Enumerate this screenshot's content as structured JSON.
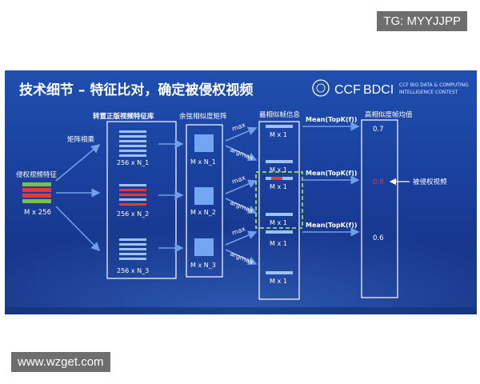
{
  "watermarks": {
    "top": "TG: MYYJJPP",
    "bottom": "www.wzget.com"
  },
  "slide": {
    "title": "技术细节 – 特征比对，确定被侵权视频",
    "logo": {
      "ccf": "CCF",
      "bdci": "BDCI",
      "line1": "CCF BIG DATA & COMPUTING",
      "line2": "INTELLIGENCE CONTEST"
    }
  },
  "diagram": {
    "query_label": "侵权视频特征",
    "query_dim": "M x 256",
    "matmul_label": "矩阵相乘",
    "library_label": "转置正版视频特征库",
    "library_blocks": [
      "256 x N_1",
      "256 x N_2",
      "256 x N_3"
    ],
    "cosine_label": "余弦相似度矩阵",
    "cosine_blocks": [
      "M x N_1",
      "M x N_2",
      "M x N_3"
    ],
    "max_op": "max",
    "argmax_op": "argmax",
    "frame_label": "最相似帧信息",
    "frame_cells": [
      "M x 1",
      "M x 1",
      "M x 1",
      "M x 1",
      "M x 1",
      "M x 1"
    ],
    "mean_op": "Mean(TopK(f))",
    "avg_label": "高相似度帧均值",
    "scores": [
      "0.7",
      "0.8",
      "0.6"
    ],
    "infringed_label": "被侵权视频"
  },
  "colors": {
    "accent_red": "#e53935",
    "accent_green": "#7cc242",
    "dash_highlight": "#9ed36a",
    "arrow": "#5b8fe0"
  }
}
